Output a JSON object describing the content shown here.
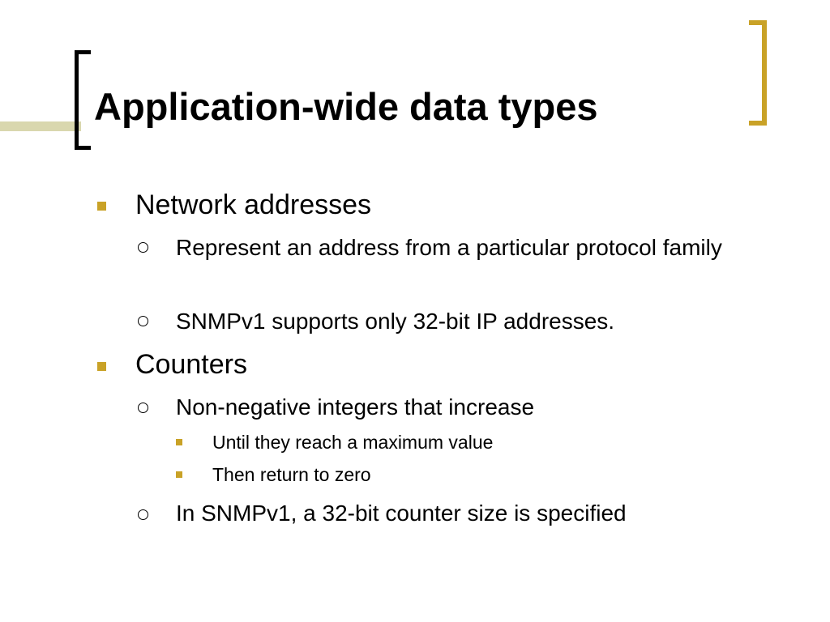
{
  "slide": {
    "title": "Application-wide data types",
    "accent_color": "#c9a227",
    "band_color": "#d9d7ae",
    "bullets": [
      {
        "text": "Network addresses",
        "children": [
          {
            "text": "Represent an address from a particular protocol family"
          },
          {
            "text": "SNMPv1 supports only 32-bit IP addresses."
          }
        ]
      },
      {
        "text": "Counters",
        "children": [
          {
            "text": "Non-negative integers that increase",
            "children": [
              {
                "text": "Until they reach a maximum value"
              },
              {
                "text": "Then return to zero"
              }
            ]
          },
          {
            "text": "In SNMPv1, a 32-bit counter size is specified"
          }
        ]
      }
    ]
  }
}
